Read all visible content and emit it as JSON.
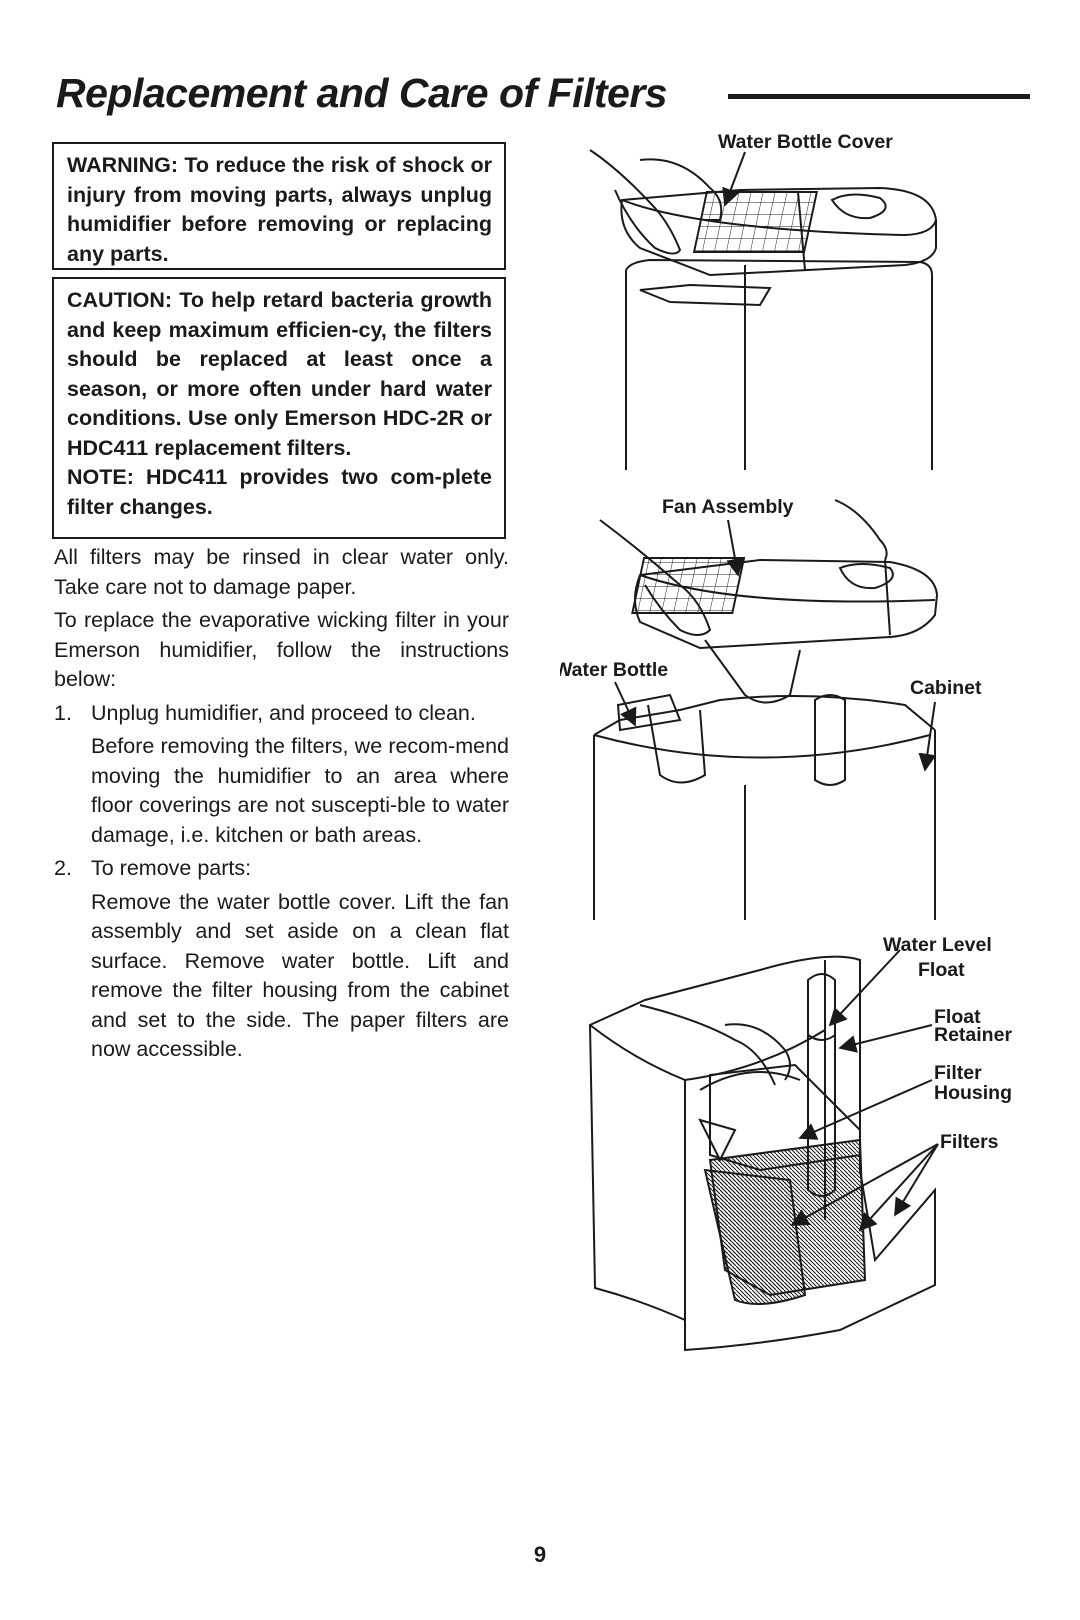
{
  "page": {
    "title": "Replacement and Care of Filters",
    "page_number": "9"
  },
  "warning": {
    "text": "WARNING: To reduce the risk of shock or injury from moving parts, always unplug humidifier before removing or replacing any parts."
  },
  "caution": {
    "text": "CAUTION: To help retard bacteria growth and keep maximum efficien-cy, the filters should be replaced at least once a season, or more often under hard water conditions. Use only Emerson HDC-2R or HDC411 replacement filters.",
    "note": "NOTE: HDC411 provides two com-plete filter changes."
  },
  "body": {
    "p1": "All filters may be rinsed in clear water only. Take care not to damage paper.",
    "p2": "To replace the evaporative wicking filter in your Emerson humidifier, follow the instructions below:",
    "steps": [
      {
        "num": "1.",
        "text": "Unplug humidifier, and proceed to clean.",
        "detail": "Before removing the filters, we recom-mend moving the humidifier to an area where floor coverings are not suscepti-ble to water damage, i.e. kitchen or bath areas."
      },
      {
        "num": "2.",
        "text": "To remove parts:",
        "detail": "Remove the water bottle cover. Lift the fan assembly and set aside on a clean flat surface. Remove water bottle. Lift and remove the filter housing from the cabinet and set to the side. The paper filters are now accessible."
      }
    ]
  },
  "diagram": {
    "label_water_bottle_cover": "Water Bottle Cover",
    "label_fan_assembly": "Fan Assembly",
    "label_water_bottle": "Water Bottle",
    "label_cabinet": "Cabinet",
    "label_water_level": "Water Level",
    "label_float": "Float",
    "label_float_retainer_1": "Float",
    "label_float_retainer_2": "Retainer",
    "label_filter_housing_1": "Filter",
    "label_filter_housing_2": "Housing",
    "label_filters": "Filters"
  }
}
